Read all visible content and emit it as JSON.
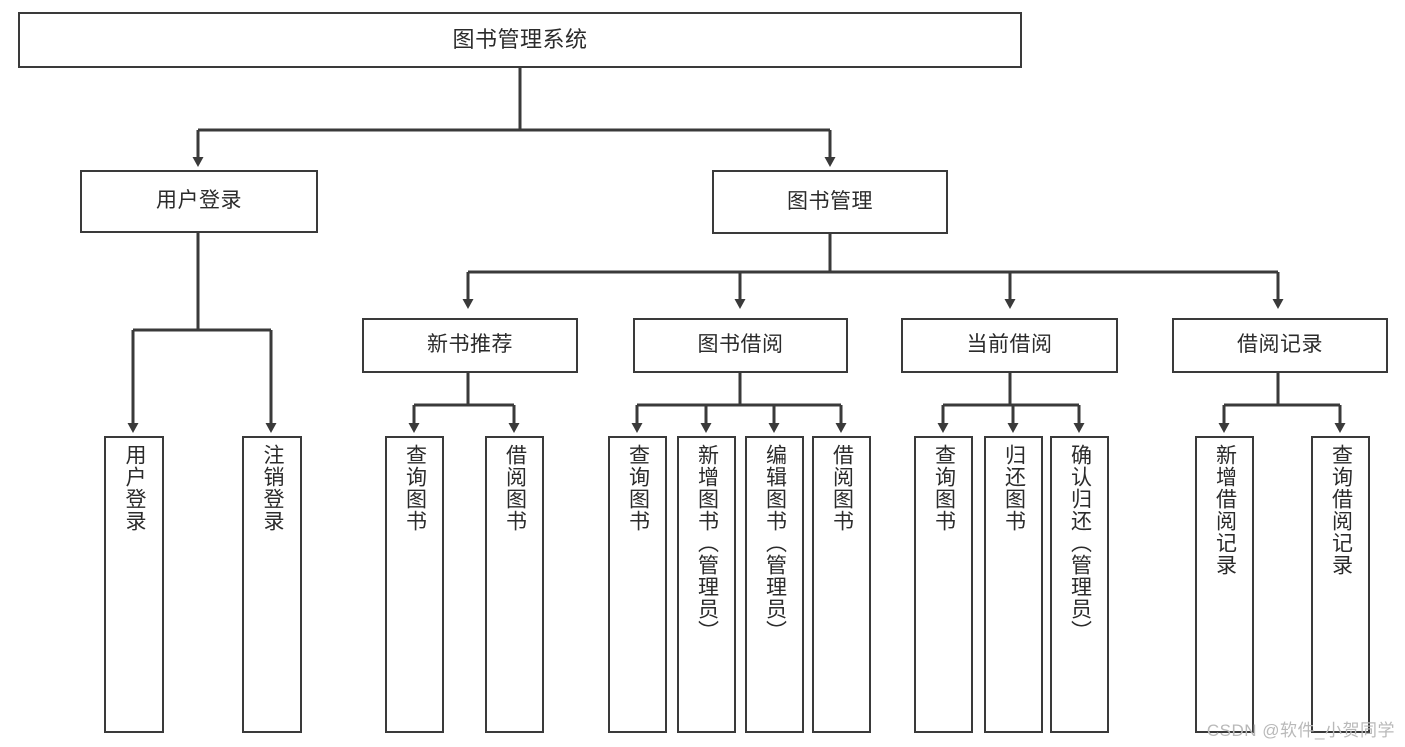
{
  "diagram": {
    "title": "图书管理系统",
    "type": "tree",
    "colors": {
      "box_border": "#3a3a3a",
      "box_fill": "#ffffff",
      "line": "#3a3a3a",
      "text": "#2b2b2b",
      "watermark": "#b9b9b9"
    },
    "watermark": "CSDN @软件_小贺同学",
    "nodes": {
      "root": {
        "label": "图书管理系统"
      },
      "level1": [
        {
          "label": "用户登录"
        },
        {
          "label": "图书管理"
        }
      ],
      "level2": [
        {
          "label": "新书推荐"
        },
        {
          "label": "图书借阅"
        },
        {
          "label": "当前借阅"
        },
        {
          "label": "借阅记录"
        }
      ],
      "leaves_user_login": [
        {
          "label": "用户登录"
        },
        {
          "label": "注销登录"
        }
      ],
      "leaves_new_book": [
        {
          "label": "查询图书"
        },
        {
          "label": "借阅图书"
        }
      ],
      "leaves_borrow": [
        {
          "label": "查询图书"
        },
        {
          "label": "新增图书（管理员）"
        },
        {
          "label": "编辑图书（管理员）"
        },
        {
          "label": "借阅图书"
        }
      ],
      "leaves_current": [
        {
          "label": "查询图书"
        },
        {
          "label": "归还图书"
        },
        {
          "label": "确认归还（管理员）"
        }
      ],
      "leaves_record": [
        {
          "label": "新增借阅记录"
        },
        {
          "label": "查询借阅记录"
        }
      ]
    }
  }
}
